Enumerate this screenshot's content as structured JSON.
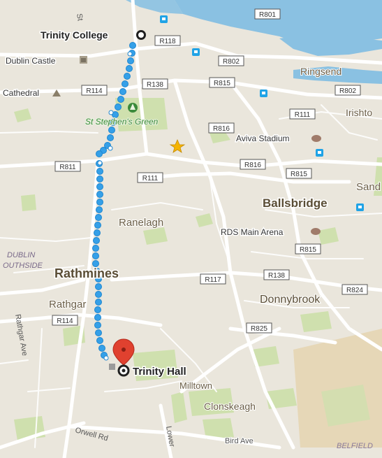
{
  "map": {
    "labels": {
      "trinity_college": "Trinity College",
      "dublin_castle": "Dublin Castle",
      "cathedral": "Cathedral",
      "st_stephens_green": "St Stephen's Green",
      "ringsend": "Ringsend",
      "irishtown": "Irishto",
      "aviva_stadium": "Aviva Stadium",
      "sandymount": "Sand",
      "ballsbridge": "Ballsbridge",
      "ranelagh": "Ranelagh",
      "rds_arena": "RDS Main Arena",
      "dublin_southside_1": "DUBLIN",
      "dublin_southside_2": "OUTHSIDE",
      "rathmines": "Rathmines",
      "rathgar": "Rathgar",
      "rathgar_ave": "Rathgar Ave",
      "donnybrook": "Donnybrook",
      "trinity_hall": "Trinity Hall",
      "milltown": "Milltown",
      "clonskeagh": "Clonskeagh",
      "orwell_rd": "Orwell Rd",
      "lower": "Lower",
      "bird_ave": "Bird Ave",
      "belfield": "BELFIELD",
      "st_top": "St"
    },
    "roads": {
      "r801": "R801",
      "r118": "R118",
      "r802a": "R802",
      "r802b": "R802",
      "r815a": "R815",
      "r114a": "R114",
      "r138a": "R138",
      "r111a": "R111",
      "r816a": "R816",
      "r816b": "R816",
      "r815b": "R815",
      "r811": "R811",
      "r111b": "R111",
      "r815c": "R815",
      "r117": "R117",
      "r138b": "R138",
      "r824": "R824",
      "r114b": "R114",
      "r825": "R825"
    },
    "colors": {
      "land": "#eae6dc",
      "water": "#8ac1e2",
      "park": "#cfe0ae",
      "route": "#35a0e8",
      "pin": "#e0412f"
    }
  }
}
